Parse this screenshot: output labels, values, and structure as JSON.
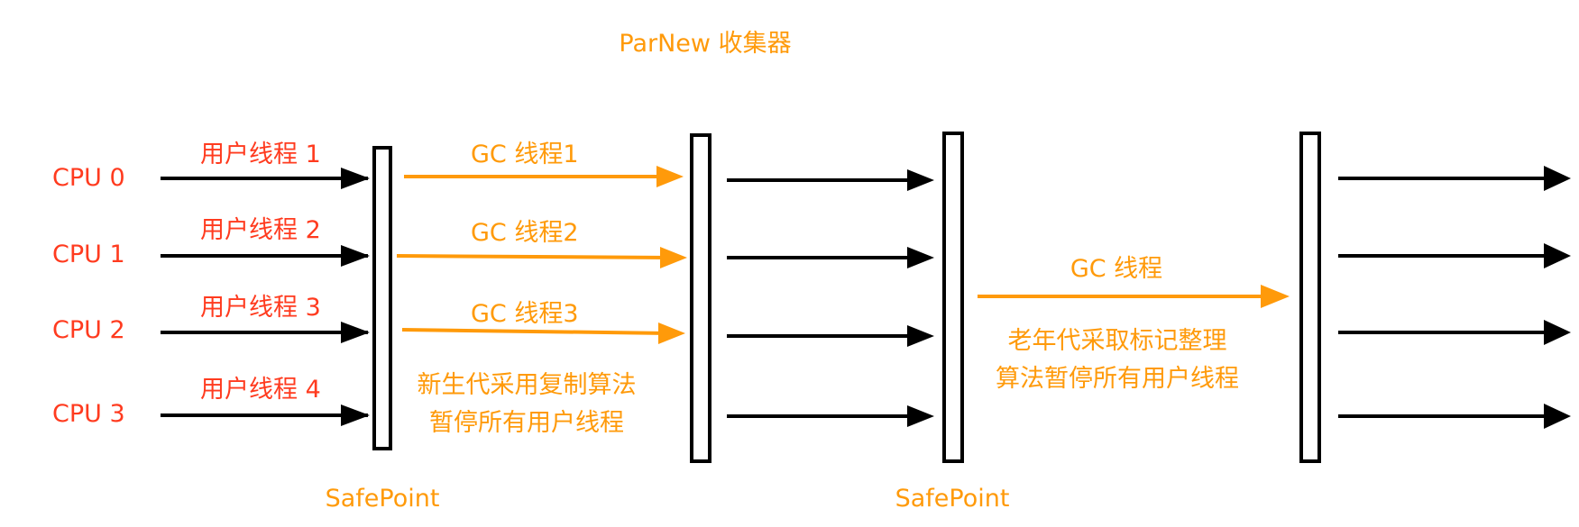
{
  "title": "ParNew 收集器",
  "cpus": [
    "CPU 0",
    "CPU 1",
    "CPU 2",
    "CPU 3"
  ],
  "user_threads": [
    "用户线程 1",
    "用户线程 2",
    "用户线程 3",
    "用户线程 4"
  ],
  "gc_threads": [
    "GC 线程1",
    "GC 线程2",
    "GC 线程3"
  ],
  "young_gen_note": [
    "新生代采用复制算法",
    "暂停所有用户线程"
  ],
  "old_gc_thread": "GC 线程",
  "old_gen_note": [
    "老年代采取标记整理",
    "算法暂停所有用户线程"
  ],
  "safepoint_labels": [
    "SafePoint",
    "SafePoint"
  ],
  "colors": {
    "label_red": "#ff3b1f",
    "gc_orange": "#ff9a0a",
    "arrow_black": "#000000",
    "barrier_stroke": "#000000"
  }
}
